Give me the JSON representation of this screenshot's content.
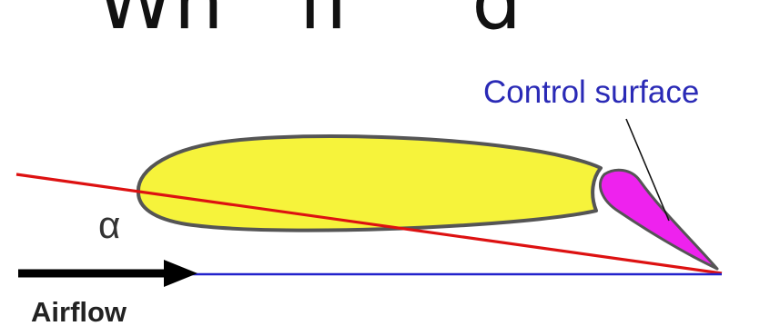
{
  "diagram": {
    "title_partial": "Wh   fl     d",
    "labels": {
      "control_surface": "Control surface",
      "alpha": "α",
      "airflow": "Airflow"
    },
    "colors": {
      "airfoil_fill": "#f6f33b",
      "airfoil_stroke": "#555555",
      "control_surface_fill": "#ee22ee",
      "control_surface_label": "#2a2ab6",
      "chord_line": "#dd1111",
      "airflow_line": "#2222cc",
      "airflow_arrow": "#000000",
      "text_dark": "#222222"
    }
  }
}
